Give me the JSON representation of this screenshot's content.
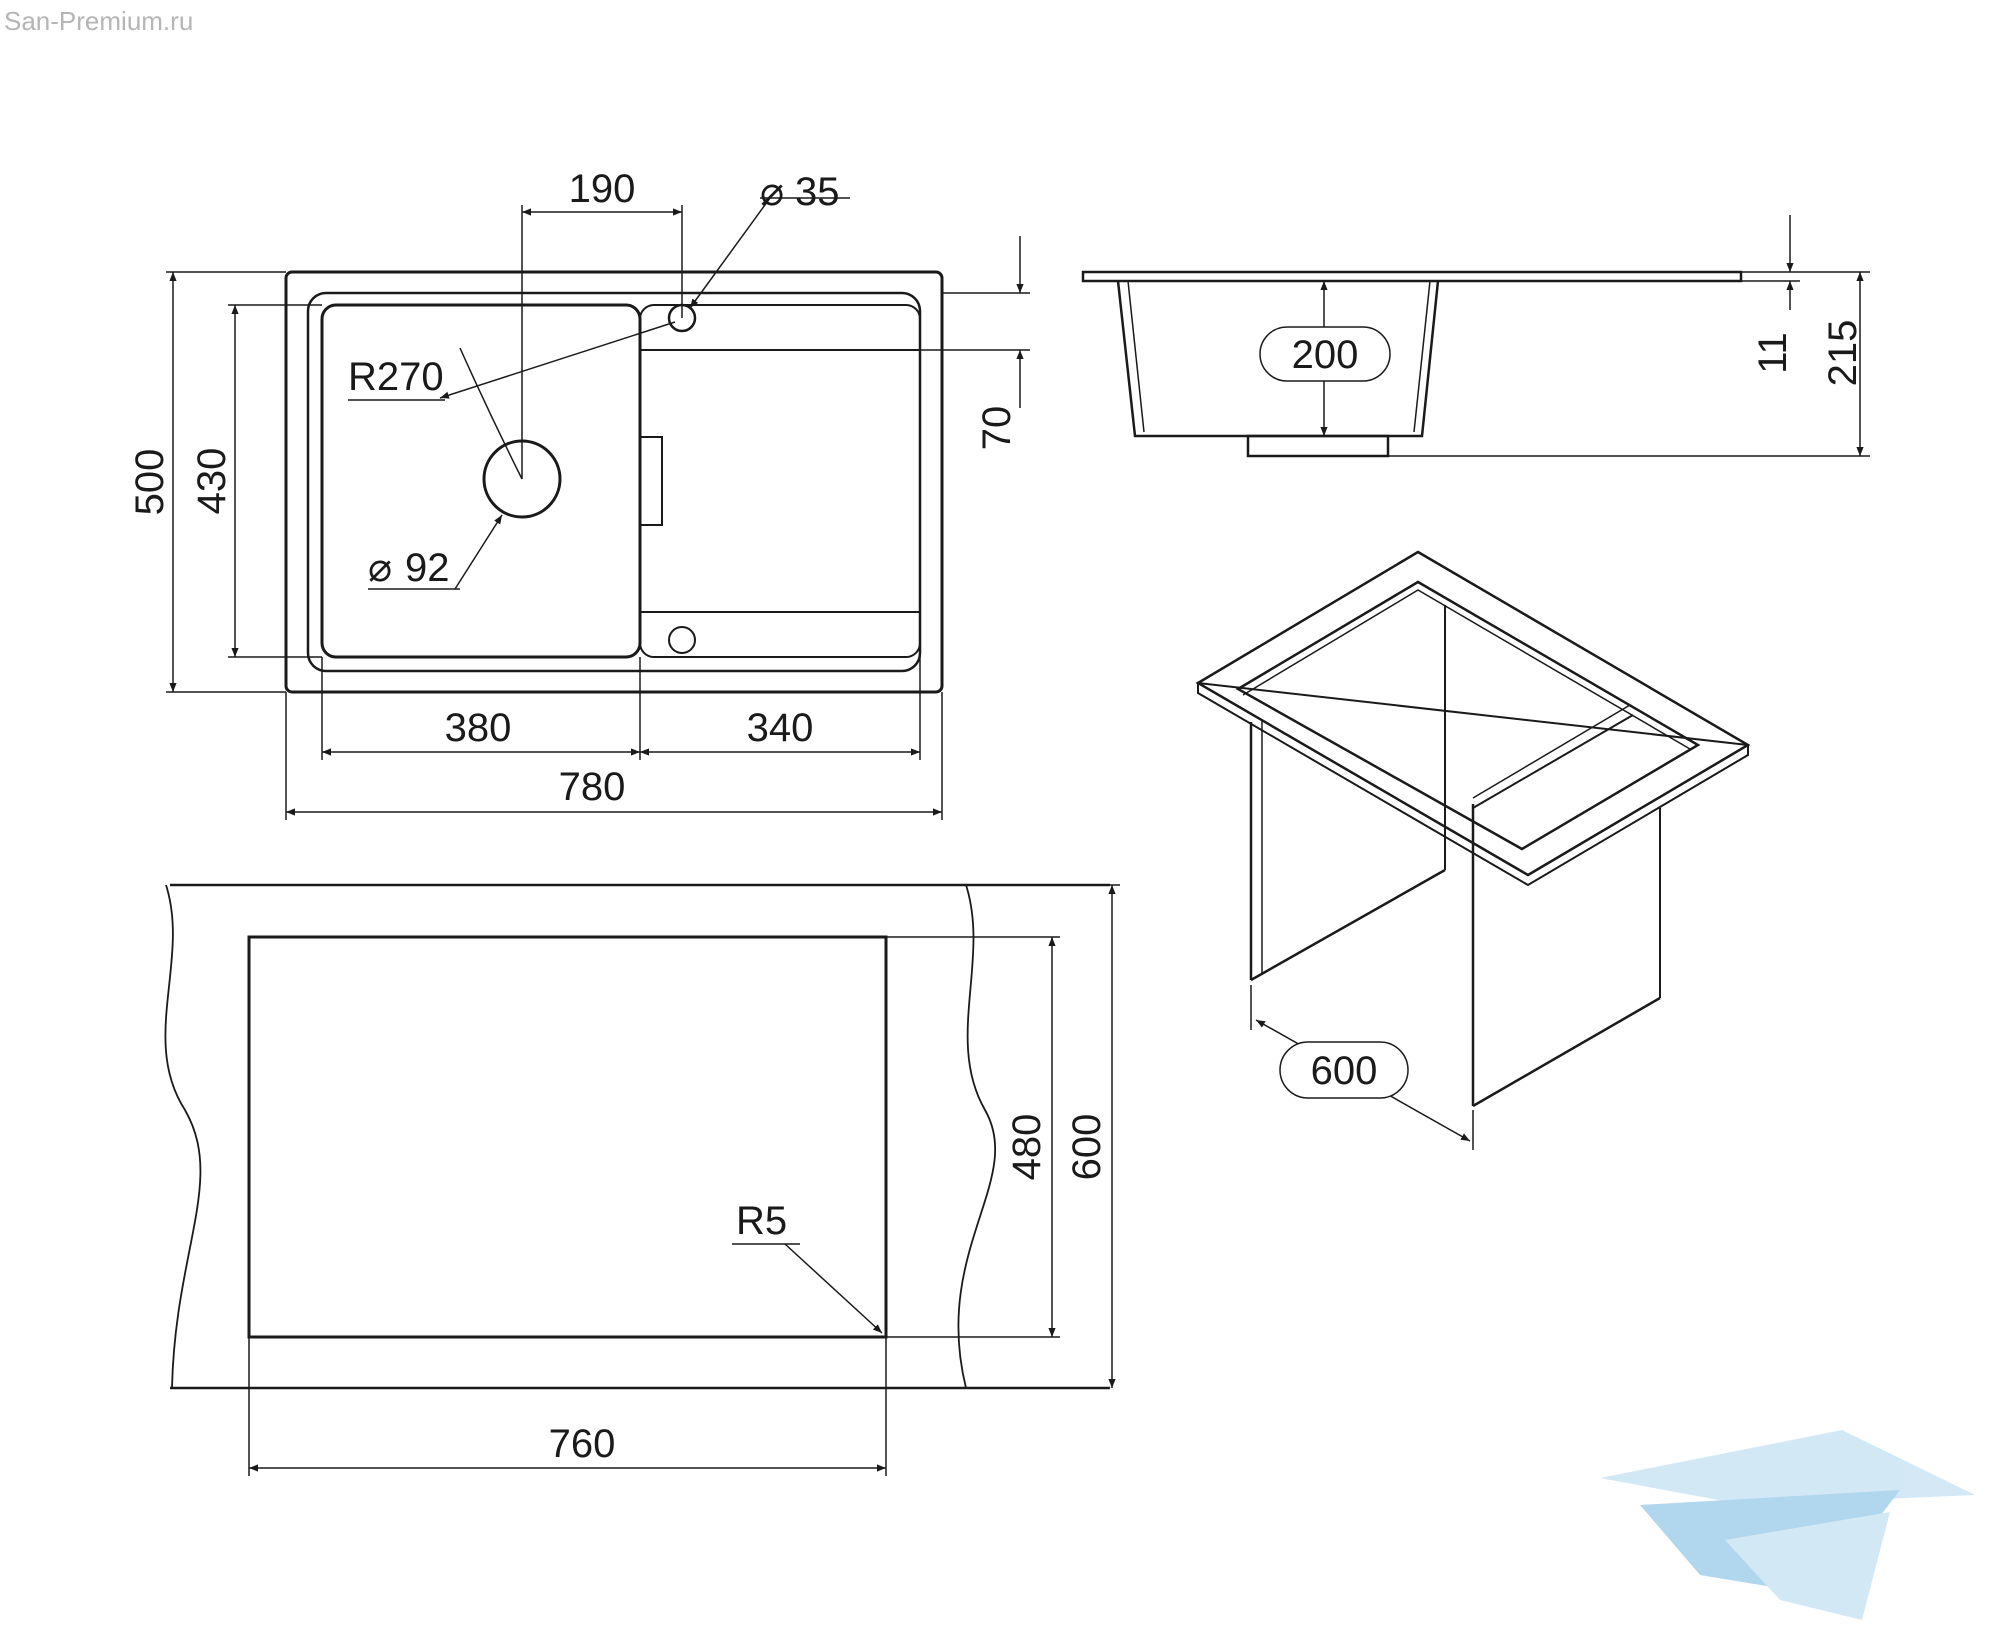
{
  "watermark": "San-Premium.ru",
  "logo_colors": {
    "light": "#cfe6f5",
    "mid": "#a9d3ee"
  },
  "line_color": "#1a1a1a",
  "top_view": {
    "diameter_symbol": "⌀",
    "dim_190": "190",
    "dim_d35": "35",
    "dim_r270": "R270",
    "dim_d92": "92",
    "dim_500": "500",
    "dim_430": "430",
    "dim_70": "70",
    "dim_380": "380",
    "dim_340": "340",
    "dim_780": "780"
  },
  "side_view": {
    "dim_200": "200",
    "dim_11": "11",
    "dim_215": "215"
  },
  "cabinet_view": {
    "dim_600": "600"
  },
  "cutout_view": {
    "dim_480": "480",
    "dim_600": "600",
    "dim_r5": "R5",
    "dim_760": "760"
  }
}
